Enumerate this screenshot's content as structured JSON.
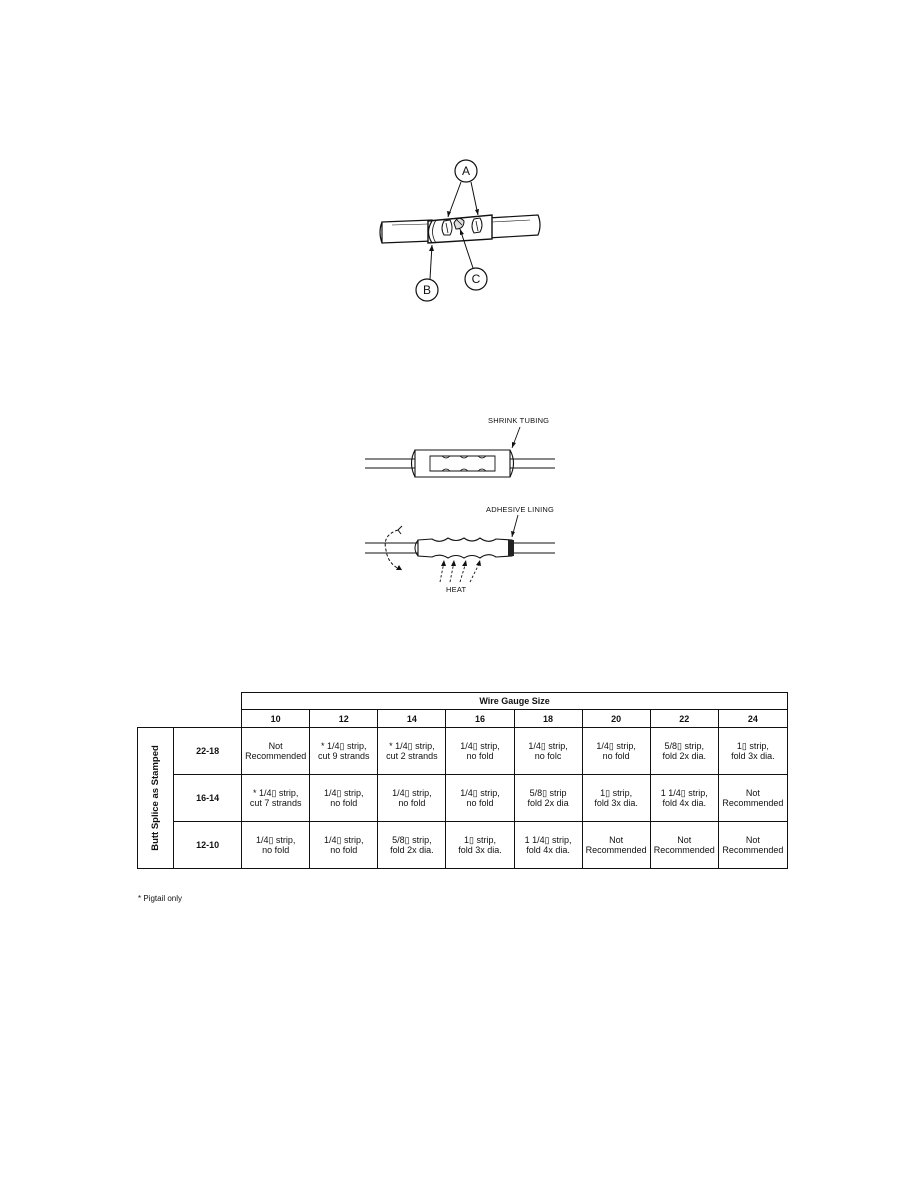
{
  "figure1": {
    "callouts": {
      "a": "A",
      "b": "B",
      "c": "C"
    }
  },
  "figure2": {
    "label_shrink": "SHRINK TUBING",
    "label_adhesive": "ADHESIVE LINING",
    "label_heat": "HEAT"
  },
  "table": {
    "header_title": "Wire Gauge Size",
    "side_title": "Butt Splice as Stamped",
    "columns": [
      "10",
      "12",
      "14",
      "16",
      "18",
      "20",
      "22",
      "24"
    ],
    "rows": [
      {
        "label": "22-18",
        "cells": [
          [
            "Not",
            "Recommended"
          ],
          [
            "* 1/4▯ strip,",
            "cut 9 strands"
          ],
          [
            "* 1/4▯ strip,",
            "cut 2 strands"
          ],
          [
            "1/4▯ strip,",
            "no fold"
          ],
          [
            "1/4▯ strip,",
            "no folc"
          ],
          [
            "1/4▯ strip,",
            "no fold"
          ],
          [
            "5/8▯ strip,",
            "fold 2x dia."
          ],
          [
            "1▯ strip,",
            "fold 3x dia."
          ]
        ]
      },
      {
        "label": "16-14",
        "cells": [
          [
            "* 1/4▯ strip,",
            "cut 7 strands"
          ],
          [
            "1/4▯ strip,",
            "no fold"
          ],
          [
            "1/4▯ strip,",
            "no fold"
          ],
          [
            "1/4▯ strip,",
            "no fold"
          ],
          [
            "5/8▯ strip",
            "fold 2x dia"
          ],
          [
            "1▯ strip,",
            "fold 3x dia."
          ],
          [
            "1 1/4▯ strip,",
            "fold 4x dia."
          ],
          [
            "Not",
            "Recommended"
          ]
        ]
      },
      {
        "label": "12-10",
        "cells": [
          [
            "1/4▯ strip,",
            "no fold"
          ],
          [
            "1/4▯ strip,",
            "no fold"
          ],
          [
            "5/8▯ strip,",
            "fold 2x dia."
          ],
          [
            "1▯ strip,",
            "fold 3x dia."
          ],
          [
            "1 1/4▯ strip,",
            "fold 4x dia."
          ],
          [
            "Not",
            "Recommended"
          ],
          [
            "Not",
            "Recommended"
          ],
          [
            "Not",
            "Recommended"
          ]
        ]
      }
    ],
    "footnote": "* Pigtail only"
  }
}
